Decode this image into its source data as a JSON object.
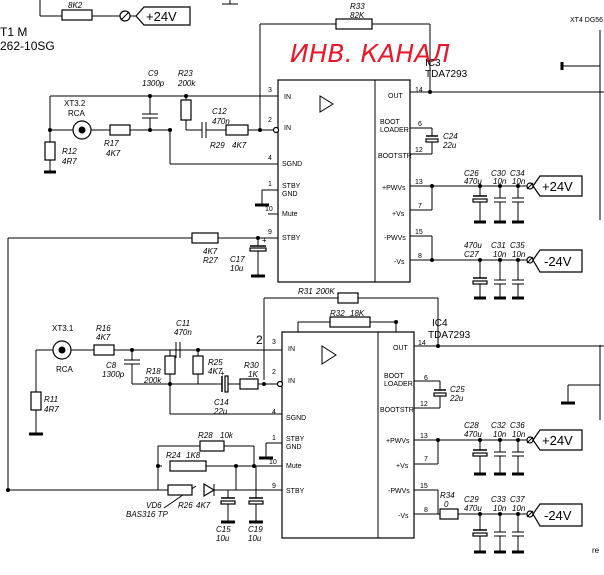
{
  "header": {
    "top_left_1": "T1 M",
    "top_left_2": "262-10SG",
    "top_right": "XT4 DG56",
    "r_8k2": "8K2",
    "r33_ref": "R33",
    "r33_val": "82K",
    "top_rail": "+24V"
  },
  "annotation": "ИНВ. КАНАЛ",
  "ic_pins": {
    "in": "IN",
    "nin": "IN",
    "sgnd": "SGND",
    "stby_gnd_1": "STBY",
    "stby_gnd_2": "GND",
    "mute": "Mute",
    "stby": "STBY",
    "out": "OUT",
    "boot_1": "BOOT",
    "boot_2": "LOADER",
    "bootstr": "BOOTSTR",
    "pvs": "+PWVs",
    "vs": "+Vs",
    "npvs": "-PWVs",
    "nvs": "-Vs"
  },
  "upper": {
    "ic_ref": "IC3",
    "ic_name": "TDA7293",
    "xt_ref": "XT3.2",
    "xt_name": "RCA",
    "r12": "R12",
    "r12v": "4R7",
    "r17": "R17",
    "r17v": "4K7",
    "c9": "C9",
    "c9v": "1300p",
    "r23": "R23",
    "r23v": "200k",
    "c12": "C12",
    "c12v": "470n",
    "r29": "R29",
    "r29v": "4K7",
    "r27": "R27",
    "r27v": "4K7",
    "c17": "C17",
    "c17v": "10u",
    "c24": "C24",
    "c24v": "22u",
    "pins": {
      "p3": "3",
      "p2": "2",
      "p4": "4",
      "p1": "1",
      "p10": "10",
      "p9": "9",
      "p14": "14",
      "p6": "6",
      "p12": "12",
      "p13": "13",
      "p7": "7",
      "p15": "15",
      "p8": "8"
    },
    "pos_caps": [
      [
        "C26",
        "470u"
      ],
      [
        "C30",
        "10n"
      ],
      [
        "C34",
        "10n"
      ]
    ],
    "neg_caps": [
      [
        "C27",
        "470u"
      ],
      [
        "C31",
        "10n"
      ],
      [
        "C35",
        "10n"
      ]
    ],
    "pos_rail": "+24V",
    "neg_rail": "-24V"
  },
  "lower": {
    "ic_ref": "IC4",
    "ic_name": "TDA7293",
    "xt_ref": "XT3.1",
    "xt_name": "RCA",
    "marker": "2",
    "r11": "R11",
    "r11v": "4R7",
    "r16": "R16",
    "r16v": "4K7",
    "c8": "C8",
    "c8v": "1300p",
    "c11": "C11",
    "c11v": "470n",
    "r18": "R18",
    "r18v": "200k",
    "r25": "R25",
    "r25v": "4K7",
    "r30": "R30",
    "r30v": "1K",
    "c14": "C14",
    "c14v": "22u",
    "r31": "R31",
    "r31v": "200K",
    "r32": "R32",
    "r32v": "18K",
    "r28": "R28",
    "r28v": "10k",
    "r24": "R24",
    "r24v": "1K8",
    "r26": "R26",
    "r26v": "4K7",
    "vd6": "VD6",
    "vd6v": "BAS316 TP",
    "c15": "C15",
    "c15v": "10u",
    "c19": "C19",
    "c19v": "10u",
    "c25": "C25",
    "c25v": "22u",
    "r34": "R34",
    "r34v": "0",
    "pins": {
      "p3": "3",
      "p2": "2",
      "p4": "4",
      "p1": "1",
      "p10": "10",
      "p9": "9",
      "p14": "14",
      "p6": "6",
      "p12": "12",
      "p13": "13",
      "p7": "7",
      "p15": "15",
      "p8": "8"
    },
    "pos_caps": [
      [
        "C28",
        "470u"
      ],
      [
        "C32",
        "10n"
      ],
      [
        "C36",
        "10n"
      ]
    ],
    "neg_caps": [
      [
        "C29",
        "470u"
      ],
      [
        "C33",
        "10n"
      ],
      [
        "C37",
        "10n"
      ]
    ],
    "pos_rail": "+24V",
    "neg_rail": "-24V",
    "corner": "re"
  }
}
